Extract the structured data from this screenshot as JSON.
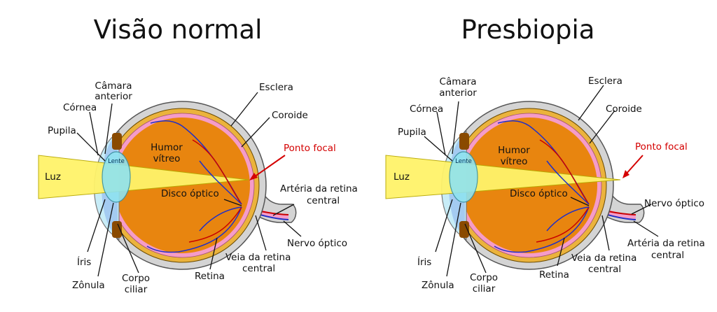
{
  "colors": {
    "sclera": "#d4d4d4",
    "choroid": "#ebb33c",
    "retina": "#f59cc8",
    "vitreous": "#e8850f",
    "light": "#fff36a",
    "lens": "#8fe3f0",
    "iris": "#a0c8f0",
    "vessel": "#1f2fc8",
    "vessel_red": "#c80000",
    "focal": "#d40000"
  },
  "panels": [
    {
      "title": "Visão normal",
      "labels": {
        "camara": "Câmara",
        "anterior": "anterior",
        "cornea": "Córnea",
        "pupila": "Pupila",
        "luz": "Luz",
        "lente": "Lente",
        "humor": "Humor",
        "vitreo": "vítreo",
        "esclera": "Esclera",
        "coroide": "Coroide",
        "ponto_focal": "Ponto focal",
        "disco": "Disco óptico",
        "arteria_1": "Artéria da retina",
        "arteria_2": "central",
        "nervo": "Nervo óptico",
        "veia_1": "Veia da retina",
        "veia_2": "central",
        "retina": "Retina",
        "iris": "Íris",
        "zonula": "Zônula",
        "corpo": "Corpo",
        "ciliar": "ciliar"
      }
    },
    {
      "title": "Presbiopia",
      "labels": {
        "camara": "Câmara",
        "anterior": "anterior",
        "cornea": "Córnea",
        "pupila": "Pupila",
        "luz": "Luz",
        "lente": "Lente",
        "humor": "Humor",
        "vitreo": "vítreo",
        "esclera": "Esclera",
        "coroide": "Coroide",
        "ponto_focal": "Ponto focal",
        "disco": "Disco óptico",
        "nervo": "Nervo óptico",
        "arteria_1": "Artéria da retina",
        "arteria_2": "central",
        "veia_1": "Veia da retina",
        "veia_2": "central",
        "retina": "Retina",
        "iris": "Íris",
        "zonula": "Zônula",
        "corpo": "Corpo",
        "ciliar": "ciliar"
      }
    }
  ]
}
